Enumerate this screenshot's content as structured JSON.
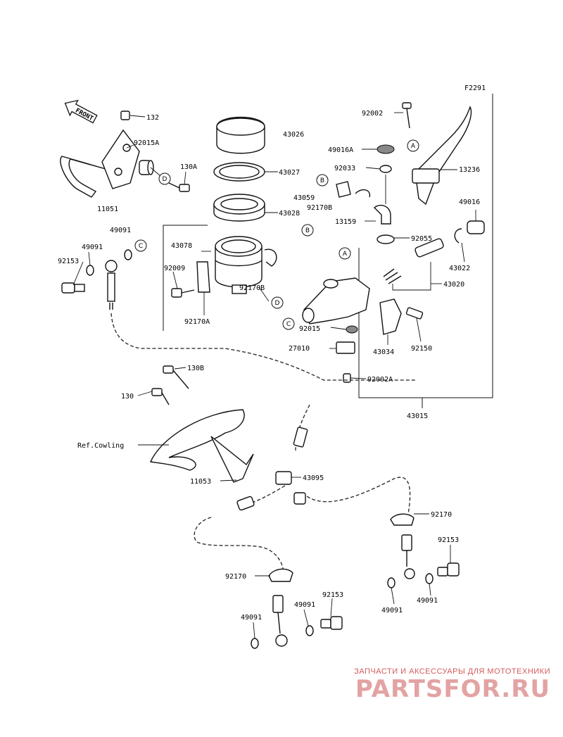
{
  "figure_code": "F2291",
  "front_arrow_text": "FRONT",
  "labels": {
    "p132": "132",
    "p92015A": "92015A",
    "p130A": "130A",
    "p11051": "11051",
    "p43026": "43026",
    "p43027": "43027",
    "p43028": "43028",
    "p43078": "43078",
    "p92009": "92009",
    "p92170A": "92170A",
    "p92170B_mid": "92170B",
    "p92002": "92002",
    "p49016A": "49016A",
    "p92033": "92033",
    "p13236": "13236",
    "p43059": "43059",
    "p92170B": "92170B",
    "p13159": "13159",
    "p92055": "92055",
    "p49016": "49016",
    "p43022": "43022",
    "p43020": "43020",
    "p92015": "92015",
    "p43034": "43034",
    "p92150": "92150",
    "p27010": "27010",
    "p92002A": "92002A",
    "p43015": "43015",
    "p49091_top": "49091",
    "p49091_left": "49091",
    "p92153_left": "92153",
    "p130B": "130B",
    "p130": "130",
    "ref_cowling": "Ref.Cowling",
    "p11053": "11053",
    "p43095": "43095",
    "p92170_right": "92170",
    "p92153_right": "92153",
    "p49091_right1": "49091",
    "p49091_right2": "49091",
    "p92170_bottom": "92170",
    "p49091_bottom": "49091",
    "p92153_bottom": "92153",
    "p49091_bottomleft": "49091"
  },
  "callouts": {
    "a1": "A",
    "a2": "A",
    "b1": "B",
    "b2": "B",
    "c1": "C",
    "c2": "C",
    "d1": "D",
    "d2": "D"
  },
  "watermark": {
    "subtitle": "ЗАПЧАСТИ И АКСЕССУАРЫ ДЛЯ МОТОТЕХНИКИ",
    "logo": "PARTSFOR.RU"
  }
}
